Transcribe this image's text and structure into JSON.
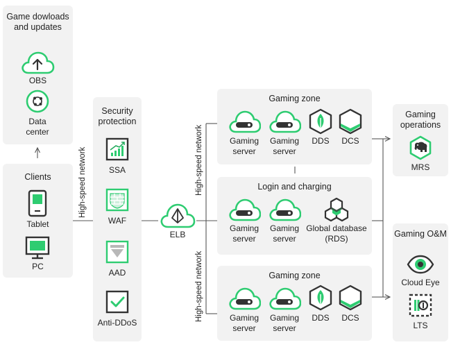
{
  "colors": {
    "accent": "#2ecc71",
    "accent_dark": "#1fa95a",
    "dark": "#333333",
    "panel": "#f2f2f2",
    "line": "#555555"
  },
  "downloads": {
    "title": "Game dowloads and updates",
    "obs": "OBS",
    "data_center": "Data center"
  },
  "clients": {
    "title": "Clients",
    "tablet": "Tablet",
    "pc": "PC"
  },
  "security": {
    "title": "Security protection",
    "ssa": "SSA",
    "waf": "WAF",
    "aad": "AAD",
    "anti_ddos": "Anti-DDoS"
  },
  "network_label": "High-speed network",
  "elb": "ELB",
  "zone1": {
    "title": "Gaming zone",
    "server1": "Gaming server",
    "server2": "Gaming server",
    "dds": "DDS",
    "dcs": "DCS"
  },
  "login": {
    "title": "Login and charging",
    "server1": "Gaming server",
    "server2": "Gaming server",
    "rds": "Global database (RDS)"
  },
  "zone2": {
    "title": "Gaming zone",
    "server1": "Gaming server",
    "server2": "Gaming server",
    "dds": "DDS",
    "dcs": "DCS"
  },
  "operations": {
    "title": "Gaming operations",
    "mrs": "MRS"
  },
  "om": {
    "title": "Gaming O&M",
    "cloud_eye": "Cloud Eye",
    "lts": "LTS"
  }
}
